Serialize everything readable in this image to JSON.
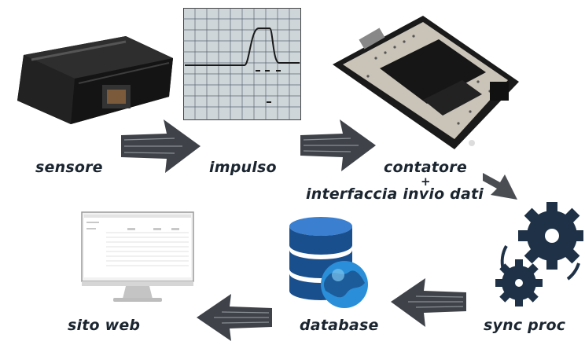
{
  "diagram": {
    "nodes": {
      "sensore": "sensore",
      "impulso": "impulso",
      "contatore": "contatore",
      "plus": "+",
      "interfaccia": "interfaccia invio dati",
      "sync": "sync proc",
      "database": "database",
      "sito": "sito web"
    }
  },
  "colors": {
    "arrow": "#2a2f35",
    "text": "#1b2530",
    "gear": "#1e3146",
    "db": "#1a4f8e"
  }
}
